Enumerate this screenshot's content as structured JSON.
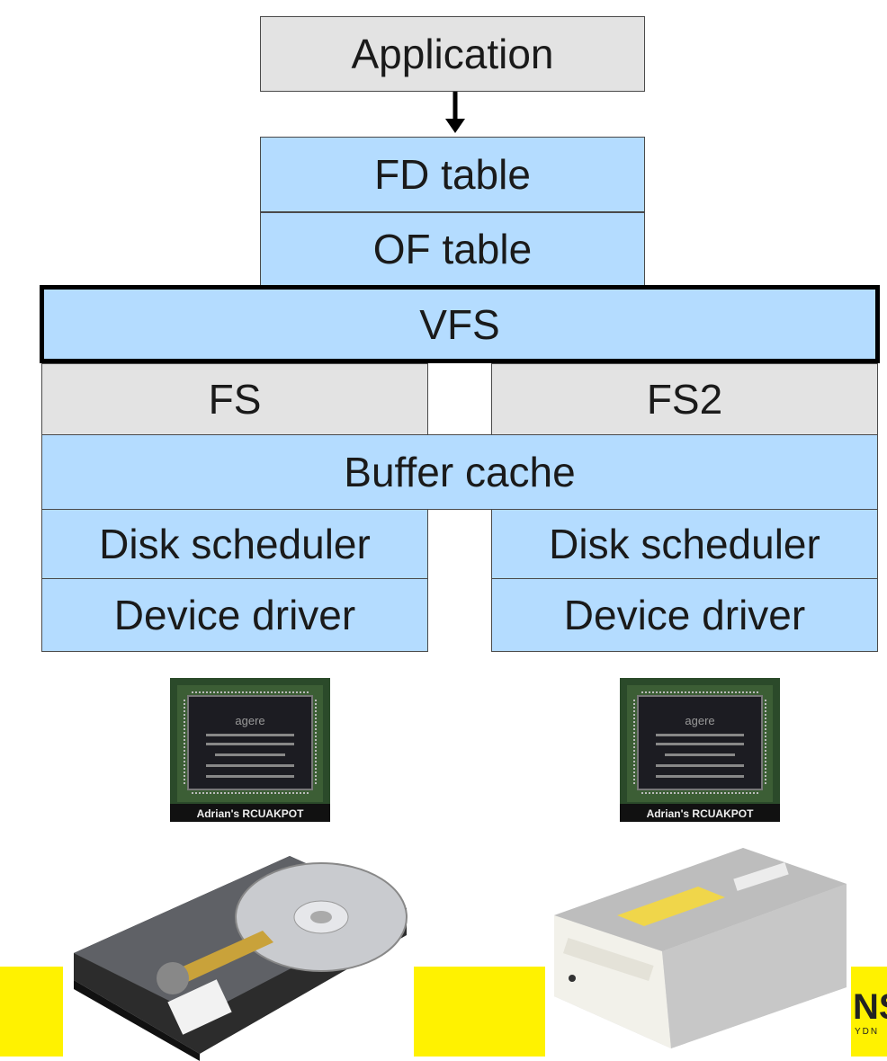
{
  "layers": {
    "application": "Application",
    "fd_table": "FD table",
    "of_table": "OF table",
    "vfs": "VFS",
    "fs_left": "FS",
    "fs_right": "FS2",
    "buffer_cache": "Buffer cache",
    "left_stack": {
      "scheduler": "Disk scheduler",
      "driver": "Device driver"
    },
    "right_stack": {
      "scheduler": "Disk scheduler",
      "driver": "Device driver"
    }
  },
  "hardware": {
    "chip_left": {
      "label": "Adrian's RCUAKPOT",
      "brand": "agere"
    },
    "chip_right": {
      "label": "Adrian's RCUAKPOT",
      "brand": "agere"
    },
    "disk_left": "hard-disk-drive",
    "disk_right": "optical-drive"
  },
  "footer": {
    "logo_partial": "NS",
    "logo_sub": "YDN"
  },
  "colors": {
    "blue": "#b4dcff",
    "gray": "#e3e3e3",
    "yellow": "#fff200"
  }
}
